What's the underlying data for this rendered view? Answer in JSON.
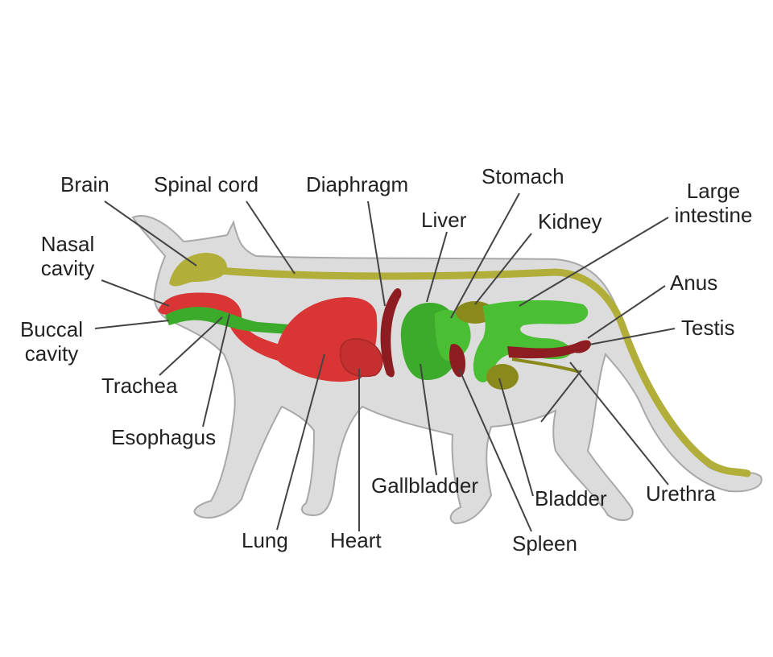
{
  "colors": {
    "body": "#dcdcdc",
    "body_stroke": "#a8a8a8",
    "nerve": "#b2ae3a",
    "respiratory": "#d93535",
    "airway": "#3caa2a",
    "digestive": "#4bbf33",
    "dark_organ": "#8e1d22",
    "olive_organ": "#8a8a1c",
    "leader": "#444444"
  },
  "labels": {
    "brain": "Brain",
    "spinal_cord": "Spinal cord",
    "diaphragm": "Diaphragm",
    "stomach": "Stomach",
    "large_intestine": [
      "Large",
      "intestine"
    ],
    "liver": "Liver",
    "kidney": "Kidney",
    "nasal_cavity": [
      "Nasal",
      "cavity"
    ],
    "anus": "Anus",
    "buccal_cavity": [
      "Buccal",
      "cavity"
    ],
    "testis": "Testis",
    "trachea": "Trachea",
    "esophagus": "Esophagus",
    "gallbladder": "Gallbladder",
    "bladder": "Bladder",
    "urethra": "Urethra",
    "lung": "Lung",
    "heart": "Heart",
    "spleen": "Spleen"
  }
}
